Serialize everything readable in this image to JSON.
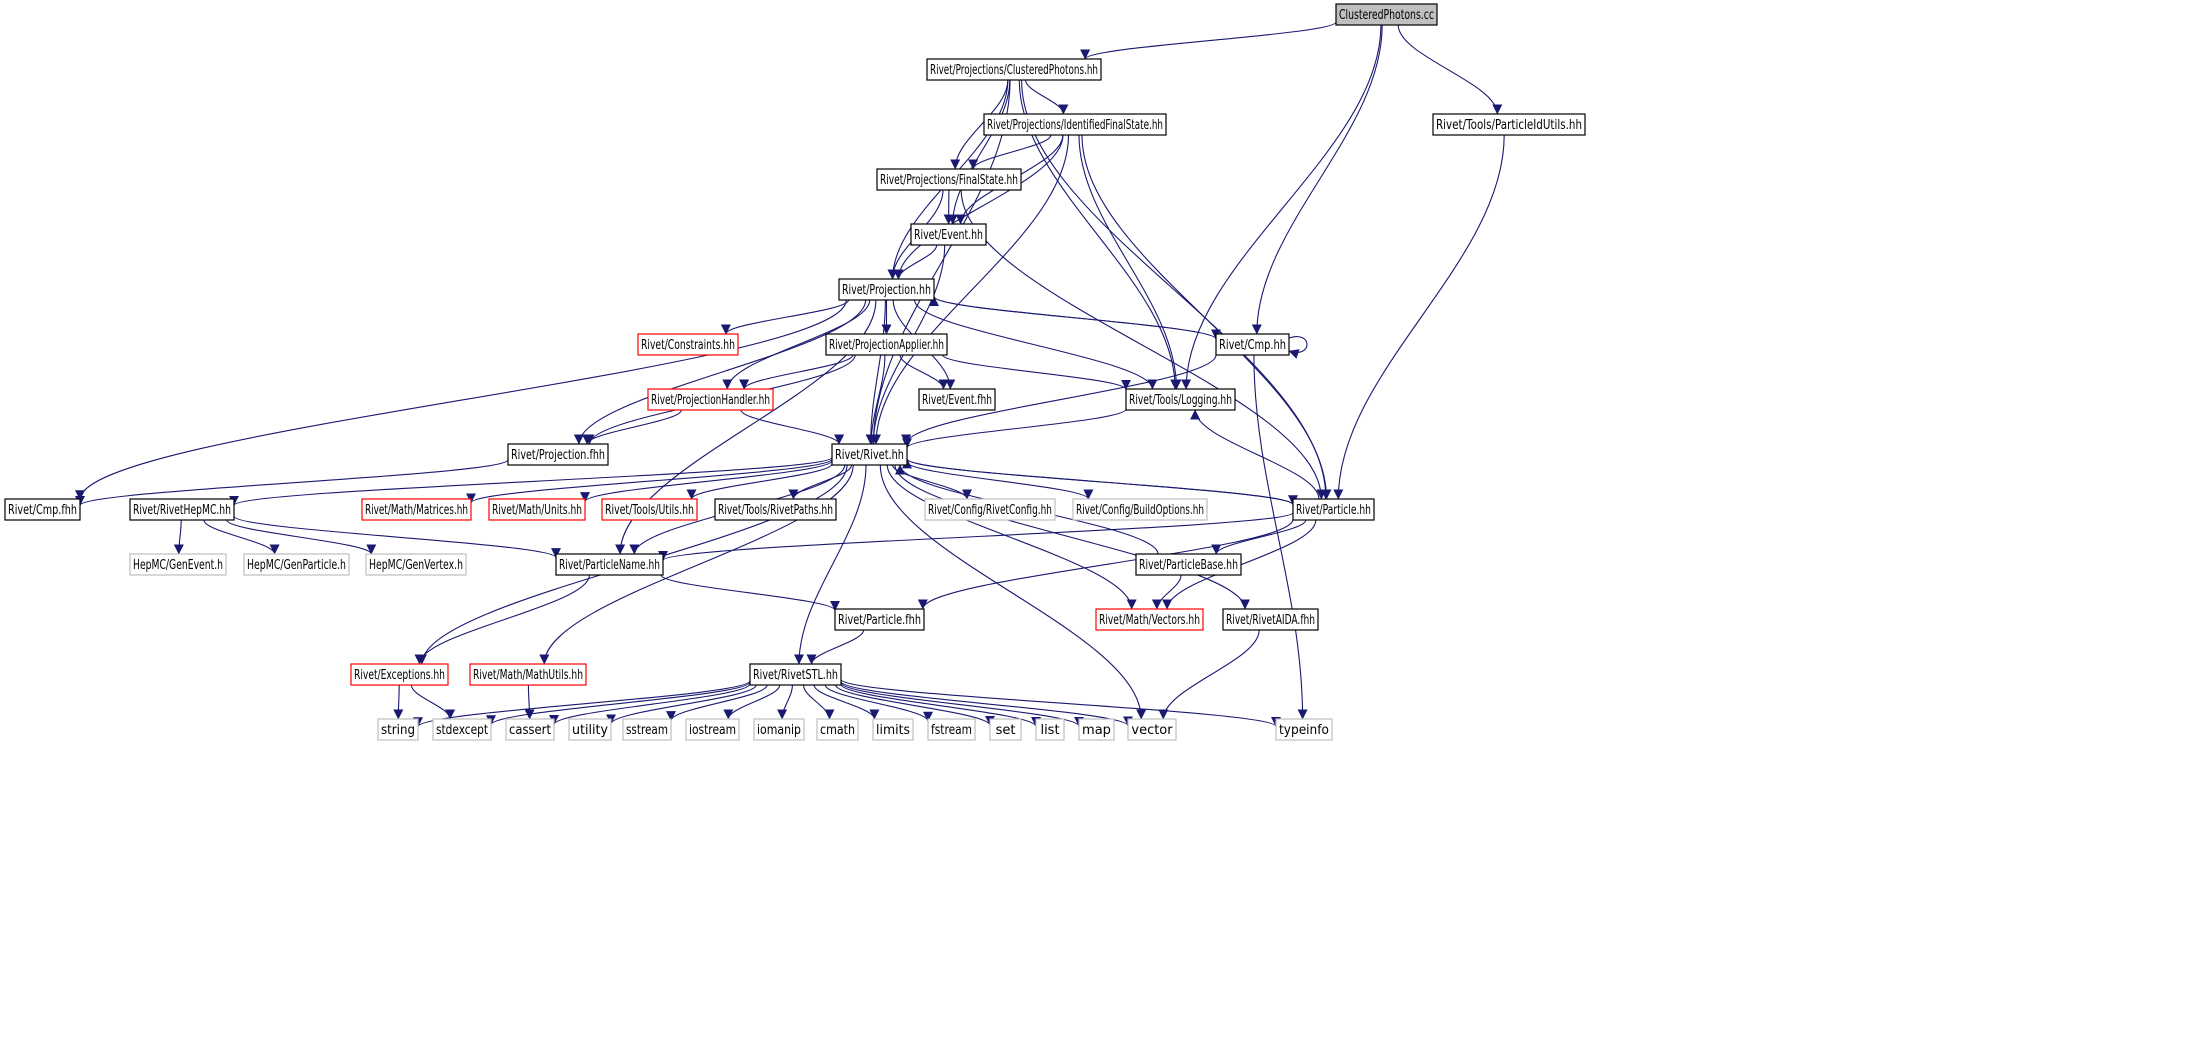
{
  "graph": {
    "colors": {
      "edge": "#191970",
      "node_border": "#000000",
      "node_border_red": "#ff0000",
      "node_border_external": "#bfbfbf",
      "root_fill": "#bfbfbf",
      "text": "#000000"
    },
    "nodes": {
      "clustered_photons_cc": {
        "label": "ClusteredPhotons.cc",
        "kind": "root"
      },
      "clustered_photons_hh": {
        "label": "Rivet/Projections/ClusteredPhotons.hh",
        "kind": "normal"
      },
      "particle_id_utils": {
        "label": "Rivet/Tools/ParticleIdUtils.hh",
        "kind": "normal"
      },
      "identified_final_state": {
        "label": "Rivet/Projections/IdentifiedFinalState.hh",
        "kind": "normal"
      },
      "final_state": {
        "label": "Rivet/Projections/FinalState.hh",
        "kind": "normal"
      },
      "event_hh": {
        "label": "Rivet/Event.hh",
        "kind": "normal"
      },
      "projection_hh": {
        "label": "Rivet/Projection.hh",
        "kind": "normal"
      },
      "constraints": {
        "label": "Rivet/Constraints.hh",
        "kind": "red"
      },
      "projection_applier": {
        "label": "Rivet/ProjectionApplier.hh",
        "kind": "normal"
      },
      "cmp_hh": {
        "label": "Rivet/Cmp.hh",
        "kind": "normal"
      },
      "projection_handler": {
        "label": "Rivet/ProjectionHandler.hh",
        "kind": "red"
      },
      "event_fhh": {
        "label": "Rivet/Event.fhh",
        "kind": "normal"
      },
      "logging": {
        "label": "Rivet/Tools/Logging.hh",
        "kind": "normal"
      },
      "projection_fhh": {
        "label": "Rivet/Projection.fhh",
        "kind": "normal"
      },
      "rivet_hh": {
        "label": "Rivet/Rivet.hh",
        "kind": "normal"
      },
      "cmp_fhh": {
        "label": "Rivet/Cmp.fhh",
        "kind": "normal"
      },
      "rivet_hepmc": {
        "label": "Rivet/RivetHepMC.hh",
        "kind": "normal"
      },
      "matrices": {
        "label": "Rivet/Math/Matrices.hh",
        "kind": "red"
      },
      "units": {
        "label": "Rivet/Math/Units.hh",
        "kind": "red"
      },
      "tools_utils": {
        "label": "Rivet/Tools/Utils.hh",
        "kind": "red"
      },
      "rivet_paths": {
        "label": "Rivet/Tools/RivetPaths.hh",
        "kind": "normal"
      },
      "rivet_config": {
        "label": "Rivet/Config/RivetConfig.hh",
        "kind": "external"
      },
      "build_options": {
        "label": "Rivet/Config/BuildOptions.hh",
        "kind": "external"
      },
      "particle_hh": {
        "label": "Rivet/Particle.hh",
        "kind": "normal"
      },
      "gen_event": {
        "label": "HepMC/GenEvent.h",
        "kind": "external"
      },
      "gen_particle": {
        "label": "HepMC/GenParticle.h",
        "kind": "external"
      },
      "gen_vertex": {
        "label": "HepMC/GenVertex.h",
        "kind": "external"
      },
      "particle_name": {
        "label": "Rivet/ParticleName.hh",
        "kind": "normal"
      },
      "particle_base": {
        "label": "Rivet/ParticleBase.hh",
        "kind": "normal"
      },
      "particle_fhh": {
        "label": "Rivet/Particle.fhh",
        "kind": "normal"
      },
      "vectors": {
        "label": "Rivet/Math/Vectors.hh",
        "kind": "red"
      },
      "rivet_aida": {
        "label": "Rivet/RivetAIDA.fhh",
        "kind": "normal"
      },
      "exceptions": {
        "label": "Rivet/Exceptions.hh",
        "kind": "red"
      },
      "math_utils": {
        "label": "Rivet/Math/MathUtils.hh",
        "kind": "red"
      },
      "rivet_stl": {
        "label": "Rivet/RivetSTL.hh",
        "kind": "normal"
      },
      "string": {
        "label": "string",
        "kind": "external"
      },
      "stdexcept": {
        "label": "stdexcept",
        "kind": "external"
      },
      "cassert": {
        "label": "cassert",
        "kind": "external"
      },
      "utility": {
        "label": "utility",
        "kind": "external"
      },
      "sstream": {
        "label": "sstream",
        "kind": "external"
      },
      "iostream": {
        "label": "iostream",
        "kind": "external"
      },
      "iomanip": {
        "label": "iomanip",
        "kind": "external"
      },
      "cmath": {
        "label": "cmath",
        "kind": "external"
      },
      "limits": {
        "label": "limits",
        "kind": "external"
      },
      "fstream": {
        "label": "fstream",
        "kind": "external"
      },
      "set": {
        "label": "set",
        "kind": "external"
      },
      "list": {
        "label": "list",
        "kind": "external"
      },
      "map": {
        "label": "map",
        "kind": "external"
      },
      "vector": {
        "label": "vector",
        "kind": "external"
      },
      "typeinfo": {
        "label": "typeinfo",
        "kind": "external"
      }
    },
    "edges": [
      [
        "clustered_photons_cc",
        "clustered_photons_hh"
      ],
      [
        "clustered_photons_cc",
        "particle_id_utils"
      ],
      [
        "clustered_photons_cc",
        "cmp_hh"
      ],
      [
        "clustered_photons_cc",
        "logging"
      ],
      [
        "clustered_photons_hh",
        "identified_final_state"
      ],
      [
        "clustered_photons_hh",
        "final_state"
      ],
      [
        "clustered_photons_hh",
        "event_hh"
      ],
      [
        "clustered_photons_hh",
        "projection_hh"
      ],
      [
        "clustered_photons_hh",
        "rivet_hh"
      ],
      [
        "clustered_photons_hh",
        "logging"
      ],
      [
        "clustered_photons_hh",
        "particle_hh"
      ],
      [
        "identified_final_state",
        "final_state"
      ],
      [
        "identified_final_state",
        "event_hh"
      ],
      [
        "identified_final_state",
        "projection_hh"
      ],
      [
        "identified_final_state",
        "rivet_hh"
      ],
      [
        "identified_final_state",
        "logging"
      ],
      [
        "identified_final_state",
        "particle_hh"
      ],
      [
        "final_state",
        "event_hh"
      ],
      [
        "final_state",
        "projection_hh"
      ],
      [
        "final_state",
        "particle_hh"
      ],
      [
        "event_hh",
        "projection_hh"
      ],
      [
        "event_hh",
        "rivet_hh"
      ],
      [
        "particle_id_utils",
        "particle_hh"
      ],
      [
        "projection_hh",
        "constraints"
      ],
      [
        "projection_hh",
        "projection_applier"
      ],
      [
        "projection_hh",
        "cmp_hh"
      ],
      [
        "projection_hh",
        "projection_handler"
      ],
      [
        "projection_hh",
        "event_fhh"
      ],
      [
        "projection_hh",
        "logging"
      ],
      [
        "projection_hh",
        "projection_fhh"
      ],
      [
        "projection_hh",
        "rivet_hh"
      ],
      [
        "projection_hh",
        "cmp_fhh"
      ],
      [
        "projection_hh",
        "particle_name"
      ],
      [
        "cmp_hh",
        "projection_hh"
      ],
      [
        "cmp_hh",
        "cmp_hh"
      ],
      [
        "cmp_hh",
        "rivet_hh"
      ],
      [
        "cmp_hh",
        "typeinfo"
      ],
      [
        "projection_applier",
        "event_fhh"
      ],
      [
        "projection_applier",
        "logging"
      ],
      [
        "projection_applier",
        "projection_handler"
      ],
      [
        "projection_applier",
        "projection_fhh"
      ],
      [
        "projection_applier",
        "rivet_hh"
      ],
      [
        "projection_handler",
        "projection_fhh"
      ],
      [
        "projection_handler",
        "rivet_hh"
      ],
      [
        "logging",
        "rivet_hh"
      ],
      [
        "projection_fhh",
        "cmp_fhh"
      ],
      [
        "rivet_hh",
        "rivet_hepmc"
      ],
      [
        "rivet_hh",
        "matrices"
      ],
      [
        "rivet_hh",
        "units"
      ],
      [
        "rivet_hh",
        "tools_utils"
      ],
      [
        "rivet_hh",
        "rivet_paths"
      ],
      [
        "rivet_hh",
        "rivet_config"
      ],
      [
        "rivet_hh",
        "build_options"
      ],
      [
        "rivet_hh",
        "particle_hh"
      ],
      [
        "rivet_hh",
        "particle_name"
      ],
      [
        "rivet_hh",
        "vectors"
      ],
      [
        "rivet_hh",
        "rivet_aida"
      ],
      [
        "rivet_hh",
        "exceptions"
      ],
      [
        "rivet_hh",
        "math_utils"
      ],
      [
        "rivet_hh",
        "rivet_stl"
      ],
      [
        "rivet_hh",
        "vector"
      ],
      [
        "particle_hh",
        "rivet_hh"
      ],
      [
        "particle_hh",
        "logging"
      ],
      [
        "particle_hh",
        "particle_base"
      ],
      [
        "particle_hh",
        "particle_name"
      ],
      [
        "particle_hh",
        "particle_fhh"
      ],
      [
        "particle_hh",
        "vectors"
      ],
      [
        "particle_base",
        "rivet_hh"
      ],
      [
        "particle_base",
        "vectors"
      ],
      [
        "rivet_hepmc",
        "gen_event"
      ],
      [
        "rivet_hepmc",
        "gen_particle"
      ],
      [
        "rivet_hepmc",
        "gen_vertex"
      ],
      [
        "rivet_hepmc",
        "particle_name"
      ],
      [
        "particle_name",
        "exceptions"
      ],
      [
        "particle_name",
        "particle_fhh"
      ],
      [
        "particle_fhh",
        "rivet_stl"
      ],
      [
        "rivet_aida",
        "vector"
      ],
      [
        "exceptions",
        "string"
      ],
      [
        "exceptions",
        "stdexcept"
      ],
      [
        "math_utils",
        "cassert"
      ],
      [
        "rivet_stl",
        "string"
      ],
      [
        "rivet_stl",
        "stdexcept"
      ],
      [
        "rivet_stl",
        "cassert"
      ],
      [
        "rivet_stl",
        "utility"
      ],
      [
        "rivet_stl",
        "sstream"
      ],
      [
        "rivet_stl",
        "iostream"
      ],
      [
        "rivet_stl",
        "iomanip"
      ],
      [
        "rivet_stl",
        "cmath"
      ],
      [
        "rivet_stl",
        "limits"
      ],
      [
        "rivet_stl",
        "fstream"
      ],
      [
        "rivet_stl",
        "set"
      ],
      [
        "rivet_stl",
        "list"
      ],
      [
        "rivet_stl",
        "map"
      ],
      [
        "rivet_stl",
        "vector"
      ],
      [
        "rivet_stl",
        "typeinfo"
      ]
    ]
  }
}
